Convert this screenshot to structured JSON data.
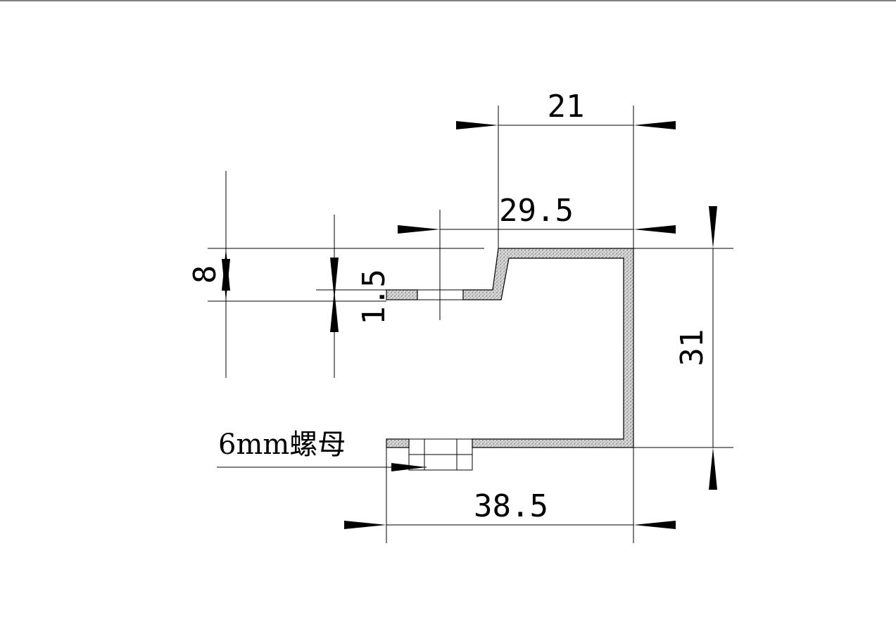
{
  "drawing": {
    "dimensions": {
      "top_width": "21",
      "flange_width": "29.5",
      "height": "31",
      "bottom_width": "38.5",
      "step_height": "8",
      "thickness": "1.5"
    },
    "note": {
      "label": "6mm螺母"
    },
    "colors": {
      "line": "#000000",
      "wall_fill": "#c8c8c8",
      "background": "#ffffff"
    }
  }
}
